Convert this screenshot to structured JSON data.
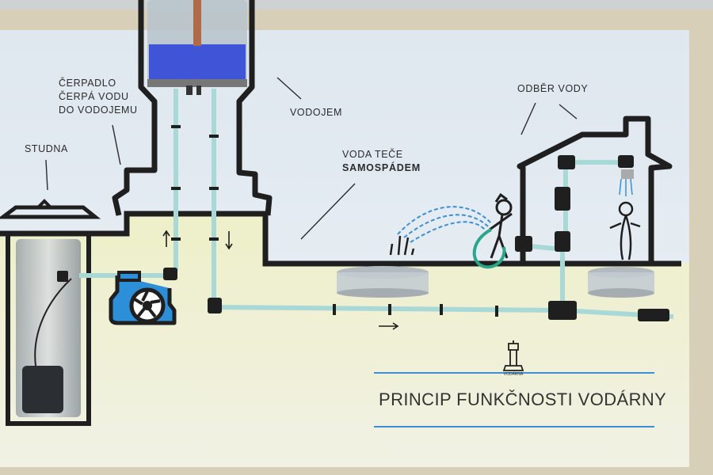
{
  "labels": {
    "pump_line1": "ČERPADLO",
    "pump_line2": "ČERPÁ VODU",
    "pump_line3": "DO VODOJEMU",
    "well": "STUDNA",
    "reservoir": "VODOJEM",
    "gravity_line1": "VODA TEČE",
    "gravity_line2": "SAMOSPÁDEM",
    "consumption": "ODBĚR VODY"
  },
  "title": "PRINCIP FUNKČNOSTI VODÁRNY",
  "logo": {
    "name": "VODÁRNA"
  },
  "colors": {
    "board": "#eef1f4",
    "ground": "#eeefcf",
    "outline": "#1f1f1f",
    "pipe": "#a9d9d6",
    "pump": "#2d8fd8",
    "water": "#2a3fd9",
    "accent_line": "#3a8fd6"
  }
}
